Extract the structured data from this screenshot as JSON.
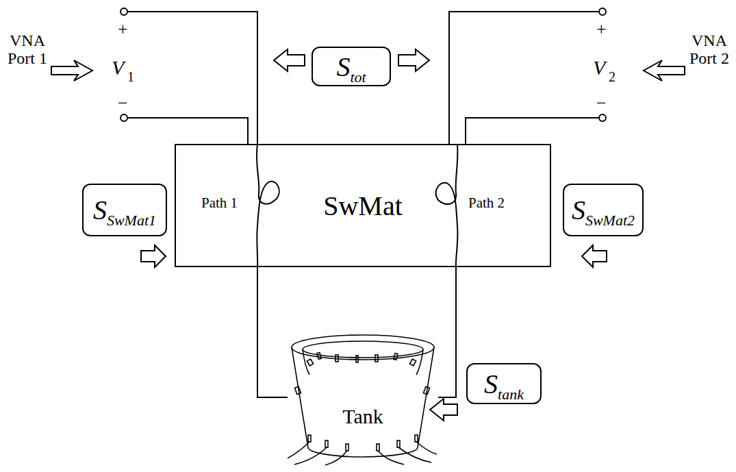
{
  "diagram": {
    "nodes": [
      {
        "text": [
          "S",
          "tot"
        ]
      },
      {
        "text": [
          "S",
          "SwMat1"
        ]
      },
      {
        "text": [
          "SwMat"
        ]
      },
      {
        "text": [
          "S",
          "SwMat2"
        ]
      },
      {
        "text": [
          "Tank"
        ]
      },
      {
        "text": [
          "S",
          "tank"
        ]
      }
    ],
    "edges": [
      {
        "from": 2,
        "to": 4,
        "arrow": "none"
      },
      {
        "from": 2,
        "to": 4,
        "arrow": "none"
      }
    ],
    "labels": [
      "VNA Port 1",
      "+",
      "V",
      "1",
      "−",
      "VNA Port 2",
      "+",
      "V",
      "2",
      "−",
      "Path 1",
      "Path 2"
    ]
  }
}
